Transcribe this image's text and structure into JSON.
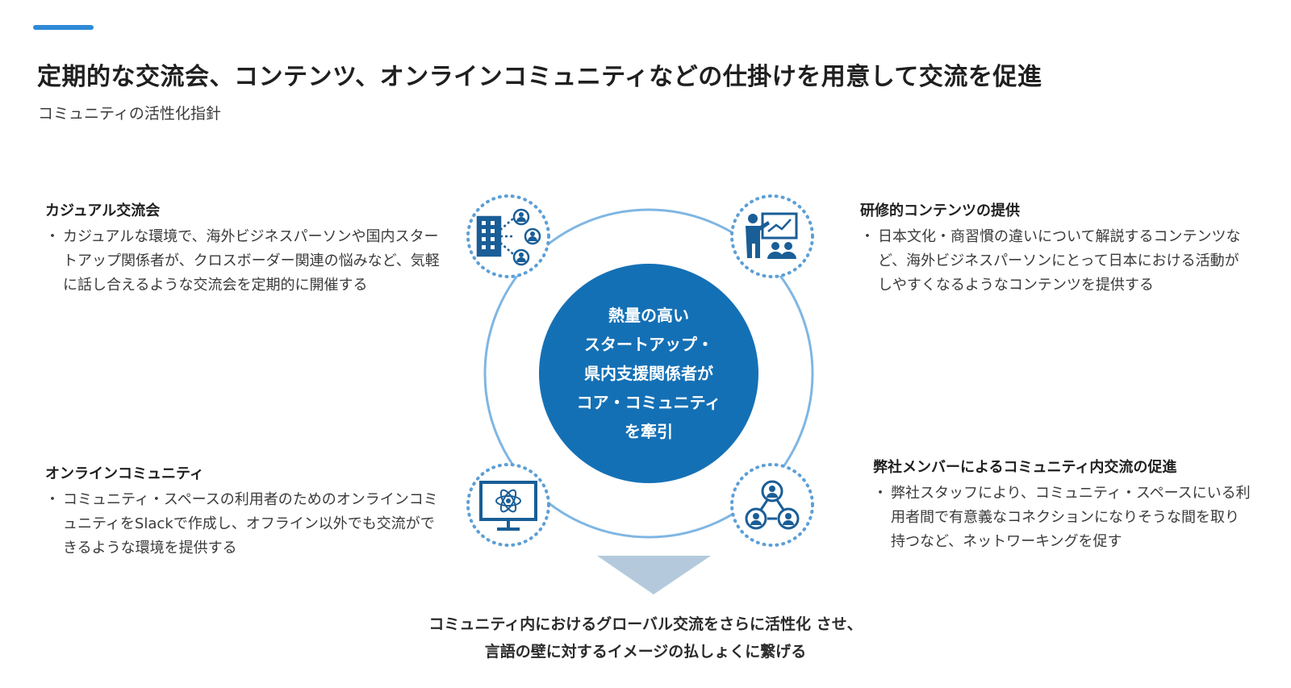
{
  "header": {
    "title": "定期的な交流会、コンテンツ、オンラインコミュニティなどの仕掛けを用意して交流を促進",
    "subtitle": "コミュニティの活性化指針"
  },
  "center": {
    "lines": [
      "熱量の高い",
      "スタートアップ・",
      "県内支援関係者が",
      "コア・コミュニティ",
      "を牽引"
    ]
  },
  "blocks": {
    "top_left": {
      "title": "カジュアル交流会",
      "bullet": "・",
      "text": "カジュアルな環境で、海外ビジネスパーソンや国内スタートアップ関係者が、クロスボーダー関連の悩みなど、気軽に話し合えるような交流会を定期的に開催する",
      "icon": "building-network-icon"
    },
    "top_right": {
      "title": "研修的コンテンツの提供",
      "bullet": "・",
      "text": "日本文化・商習慣の違いについて解説するコンテンツなど、海外ビジネスパーソンにとって日本における活動がしやすくなるようなコンテンツを提供する",
      "icon": "presentation-icon"
    },
    "bottom_left": {
      "title": "オンラインコミュニティ",
      "bullet": "・",
      "text": "コミュニティ・スペースの利用者のためのオンラインコミュニティをSlackで作成し、オフライン以外でも交流ができるような環境を提供する",
      "icon": "monitor-atom-icon"
    },
    "bottom_right": {
      "title": "弊社メンバーによるコミュニティ内交流の促進",
      "bullet": "・",
      "text": "弊社スタッフにより、コミュニティ・スペースにいる利用者間で有意義なコネクションになりそうな間を取り持つなど、ネットワーキングを促す",
      "icon": "people-network-icon"
    }
  },
  "conclusion": {
    "lines": [
      "コミュニティ内におけるグローバル交流をさらに活性化 させ、",
      "言語の壁に対するイメージの払しょくに繋げる"
    ]
  },
  "colors": {
    "accent": "#2f8ad8",
    "circle_fill": "#1470b5",
    "ring": "#7fb6e3",
    "icon": "#1a5e97",
    "arrow": "#b4cadc"
  }
}
